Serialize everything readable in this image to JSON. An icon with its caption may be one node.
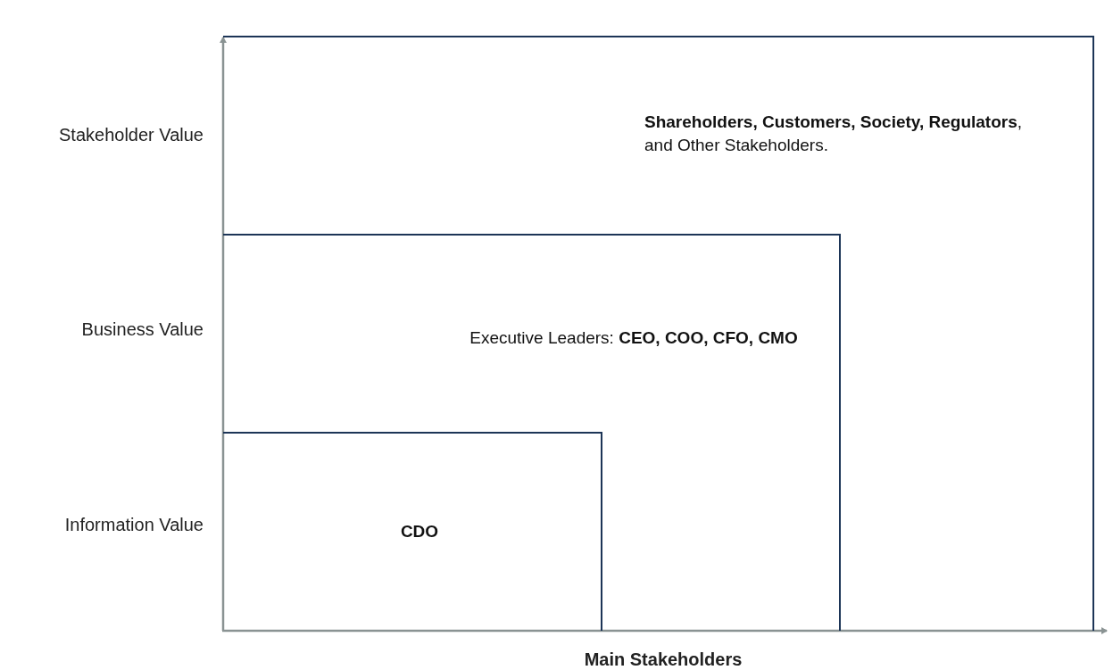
{
  "diagram": {
    "nodes": [
      {
        "text": [
          "**Shareholders, Customers, Society, Regulators**, and Other Stakeholders."
        ]
      },
      {
        "text": [
          "Executive Leaders: **CEO, COO, CFO, CMO**"
        ],
        "in": 0
      },
      {
        "text": [
          "CDO"
        ],
        "in": 1
      }
    ],
    "labels": [
      "Stakeholder Value",
      "Business Value",
      "Information Value",
      "Main Stakeholders"
    ]
  }
}
